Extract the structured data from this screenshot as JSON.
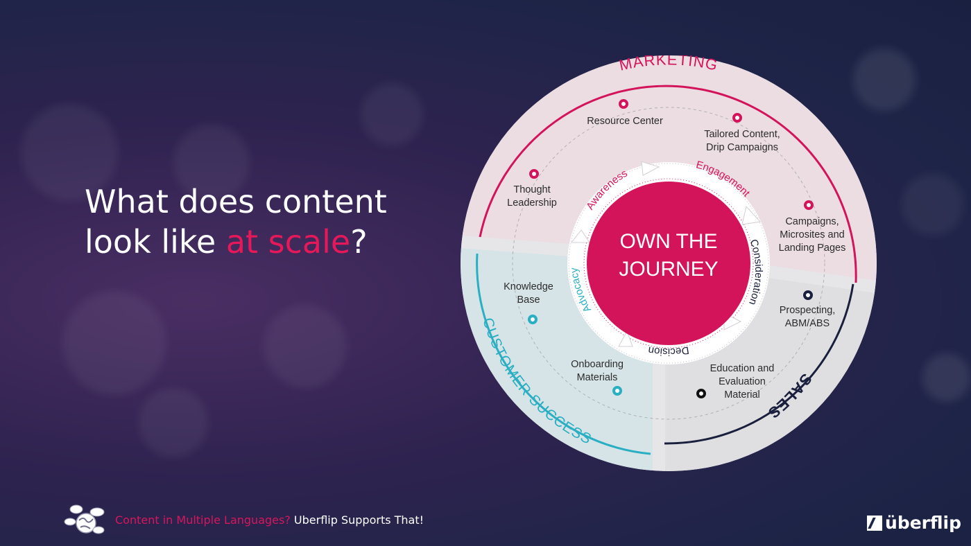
{
  "heading": {
    "line1": "What does content",
    "line2_prefix": "look like ",
    "line2_accent": "at scale",
    "line2_suffix": "?"
  },
  "footer": {
    "pink_text": "Content in Multiple Languages?",
    "white_text": " Uberflip Supports That!"
  },
  "brand": {
    "name": "überflip"
  },
  "diagram": {
    "center_line1": "OWN THE",
    "center_line2": "JOURNEY",
    "sections": {
      "marketing": "MARKETING",
      "sales": "SALES",
      "customer_success": "CUSTOMER SUCCESS"
    },
    "stages": {
      "awareness": "Awareness",
      "engagement": "Engagement",
      "consideration": "Consideration",
      "decision": "Decision",
      "advocacy": "Advocacy"
    },
    "items": {
      "resource_center": "Resource Center",
      "tailored_1": "Tailored Content,",
      "tailored_2": "Drip Campaigns",
      "thought_1": "Thought",
      "thought_2": "Leadership",
      "campaigns_1": "Campaigns,",
      "campaigns_2": "Microsites and",
      "campaigns_3": "Landing Pages",
      "prospecting_1": "Prospecting,",
      "prospecting_2": "ABM/ABS",
      "knowledge_1": "Knowledge",
      "knowledge_2": "Base",
      "onboarding_1": "Onboarding",
      "onboarding_2": "Materials",
      "education_1": "Education and",
      "education_2": "Evaluation",
      "education_3": "Material"
    },
    "colors": {
      "marketing": "#d4145a",
      "sales": "#1a1f3d",
      "customer_success": "#2aaec2",
      "center": "#d4145a"
    }
  }
}
